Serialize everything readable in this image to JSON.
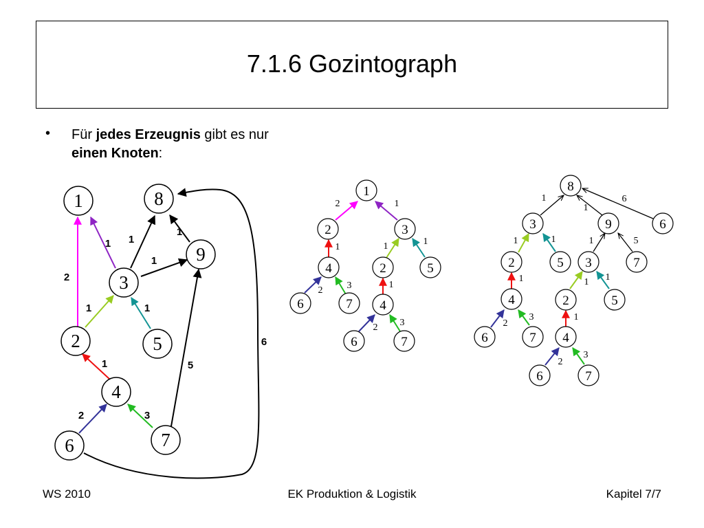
{
  "title": "7.1.6 Gozintograph",
  "bullet": {
    "symbol": "•",
    "prefix": "Für ",
    "bold1": "jedes Erzeugnis",
    "middle": " gibt es nur",
    "bold2": "einen Knoten",
    "suffix": ":"
  },
  "footer": {
    "left": "WS 2010",
    "center": "EK Produktion & Logistik",
    "right": "Kapitel 7/7"
  },
  "colors": {
    "magenta": "#ff00ff",
    "purple": "#8e24c4",
    "yellowgreen": "#99cc22",
    "teal": "#139494",
    "red": "#ee1111",
    "navy": "#333399",
    "green": "#22bb22",
    "black": "#000000"
  },
  "graph": {
    "nodes": {
      "n1": "1",
      "n8": "8",
      "n9": "9",
      "n3": "3",
      "n2": "2",
      "n5": "5",
      "n4": "4",
      "n6": "6",
      "n7": "7"
    },
    "edge_labels": {
      "e2_1": "2",
      "e3_1": "1",
      "e3_8": "1",
      "e9_8": "1",
      "e3_9": "1",
      "e2_3": "1",
      "e5_3": "1",
      "e4_2": "1",
      "e6_4": "2",
      "e7_4": "3",
      "e7_9": "5",
      "e6_8": "6"
    }
  },
  "tree1": {
    "nodes": {
      "r": "1",
      "a": "2",
      "b": "3",
      "c": "4",
      "d": "2",
      "e": "5",
      "f": "6",
      "g": "7",
      "h": "4",
      "i": "6",
      "j": "7"
    },
    "labels": {
      "l_a": "2",
      "l_b": "1",
      "l_c": "1",
      "l_d": "1",
      "l_e": "1",
      "l_f": "2",
      "l_g": "3",
      "l_h": "1",
      "l_i": "2",
      "l_j": "3"
    }
  },
  "tree2": {
    "nodes": {
      "r": "8",
      "a": "3",
      "b": "9",
      "c": "6",
      "d": "2",
      "e": "5",
      "f": "3",
      "g": "7",
      "h": "4",
      "i": "2",
      "j": "5",
      "k": "6",
      "l": "7",
      "m": "4",
      "n": "6",
      "o": "7"
    },
    "labels": {
      "l_a": "1",
      "l_b": "1",
      "l_c": "6",
      "l_d": "1",
      "l_e": "1",
      "l_f": "1",
      "l_g": "5",
      "l_h": "1",
      "l_i": "1",
      "l_j": "1",
      "l_k": "2",
      "l_l": "3",
      "l_m": "1",
      "l_n": "2",
      "l_o": "3"
    }
  }
}
